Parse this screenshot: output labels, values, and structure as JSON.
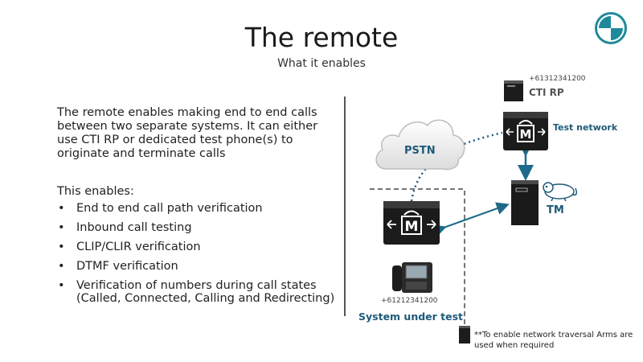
{
  "slide": {
    "title": "The remote",
    "subtitle": "What it enables",
    "intro": "The remote enables making end to end calls between two separate systems. It can either use CTI RP or dedicated test phone(s) to originate and terminate calls",
    "enables_label": "This enables:",
    "bullets": [
      "End to end call path verification",
      "Inbound call testing",
      "CLIP/CLIR verification",
      "DTMF verification",
      "Verification of numbers during call states (Called, Connected, Calling and Redirecting)"
    ]
  },
  "diagram": {
    "cti_number": "+61312341200",
    "cti_label": "CTI RP",
    "test_network_label": "Test network",
    "pstn_label": "PSTN",
    "tm_label": "TM",
    "sut_number": "+61212341200",
    "sut_label": "System under test",
    "footnote": "**To enable network traversal Arms are used when required"
  },
  "colors": {
    "accent": "#1f6a8a",
    "logo_teal": "#1e8a9a"
  },
  "icons": [
    "logo-icon",
    "cti-server-icon",
    "router-icon",
    "cloud-icon",
    "tm-server-icon",
    "monkey-icon",
    "phone-icon",
    "arm-server-icon"
  ]
}
